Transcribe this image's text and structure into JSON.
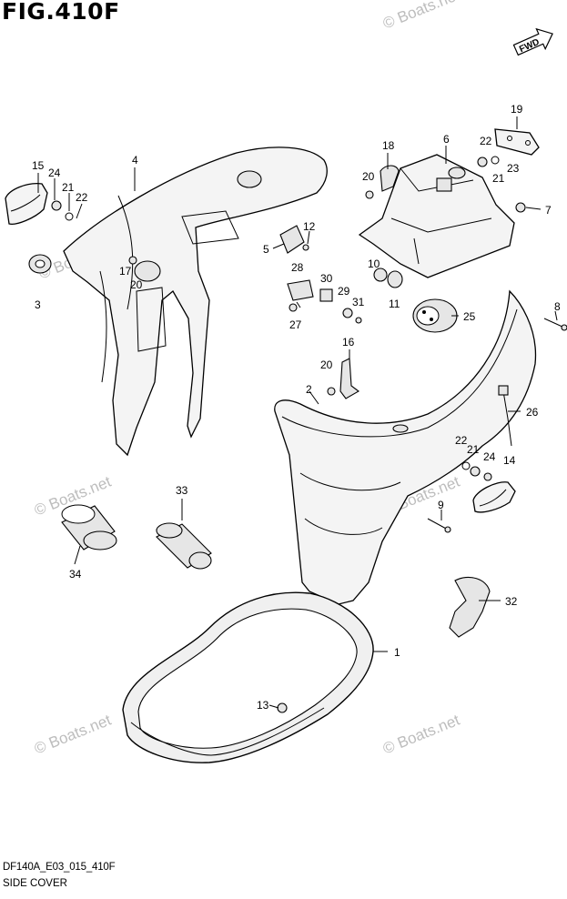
{
  "figure": {
    "title": "FIG.410F",
    "fwd_label": "FWD"
  },
  "footer": {
    "code": "DF140A_E03_015_410F",
    "name": "SIDE COVER"
  },
  "watermark": "© Boats.net",
  "callouts": {
    "c1": "1",
    "c2": "2",
    "c3": "3",
    "c4": "4",
    "c5": "5",
    "c6": "6",
    "c7": "7",
    "c8": "8",
    "c9": "9",
    "c10": "10",
    "c11": "11",
    "c12": "12",
    "c13": "13",
    "c14": "14",
    "c15": "15",
    "c16": "16",
    "c17": "17",
    "c18": "18",
    "c19": "19",
    "c20a": "20",
    "c20b": "20",
    "c20c": "20",
    "c21a": "21",
    "c21b": "21",
    "c21c": "21",
    "c22a": "22",
    "c22b": "22",
    "c22c": "22",
    "c23": "23",
    "c24a": "24",
    "c24b": "24",
    "c25": "25",
    "c26": "26",
    "c27": "27",
    "c28": "28",
    "c29": "29",
    "c30": "30",
    "c31": "31",
    "c32": "32",
    "c33": "33",
    "c34": "34"
  }
}
